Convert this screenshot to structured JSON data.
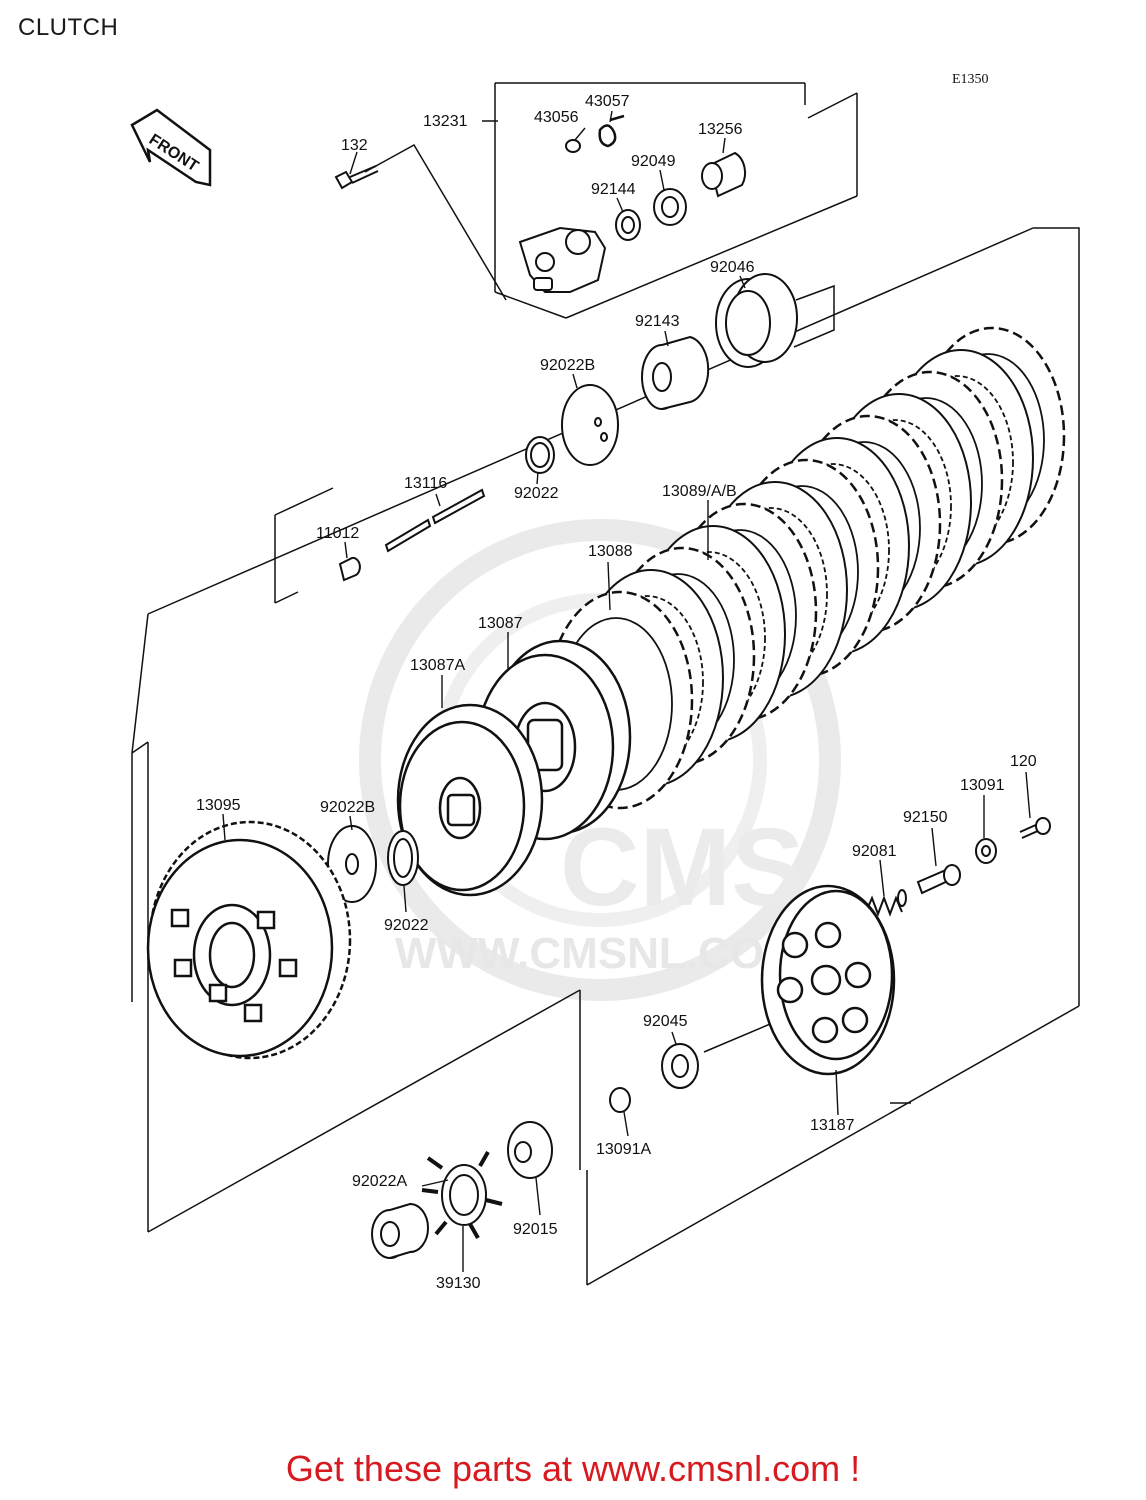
{
  "header": {
    "title": "CLUTCH",
    "drawing_code": "E1350"
  },
  "front_arrow": {
    "label": "FRONT",
    "icon": "front-arrow-icon"
  },
  "watermark": {
    "brand": "CMS",
    "url": "WWW.CMSNL.COM"
  },
  "parts": [
    {
      "id": "132",
      "label": "132"
    },
    {
      "id": "13231",
      "label": "13231"
    },
    {
      "id": "43056",
      "label": "43056"
    },
    {
      "id": "43057",
      "label": "43057"
    },
    {
      "id": "13256",
      "label": "13256"
    },
    {
      "id": "92049",
      "label": "92049"
    },
    {
      "id": "92144",
      "label": "92144"
    },
    {
      "id": "92046",
      "label": "92046"
    },
    {
      "id": "92143",
      "label": "92143"
    },
    {
      "id": "92022B-top",
      "label": "92022B"
    },
    {
      "id": "92022-top",
      "label": "92022"
    },
    {
      "id": "13116",
      "label": "13116"
    },
    {
      "id": "11012",
      "label": "11012"
    },
    {
      "id": "13089",
      "label": "13089/A/B"
    },
    {
      "id": "13088",
      "label": "13088"
    },
    {
      "id": "13087",
      "label": "13087"
    },
    {
      "id": "13087A",
      "label": "13087A"
    },
    {
      "id": "13095",
      "label": "13095"
    },
    {
      "id": "92022B-mid",
      "label": "92022B"
    },
    {
      "id": "92022-mid",
      "label": "92022"
    },
    {
      "id": "120",
      "label": "120"
    },
    {
      "id": "13091",
      "label": "13091"
    },
    {
      "id": "92150",
      "label": "92150"
    },
    {
      "id": "92081",
      "label": "92081"
    },
    {
      "id": "92045",
      "label": "92045"
    },
    {
      "id": "13187",
      "label": "13187"
    },
    {
      "id": "13091A",
      "label": "13091A"
    },
    {
      "id": "92015",
      "label": "92015"
    },
    {
      "id": "92022A",
      "label": "92022A"
    },
    {
      "id": "39130",
      "label": "39130"
    }
  ],
  "footer": {
    "text": "Get these parts at www.cmsnl.com !",
    "color": "#d71920"
  }
}
